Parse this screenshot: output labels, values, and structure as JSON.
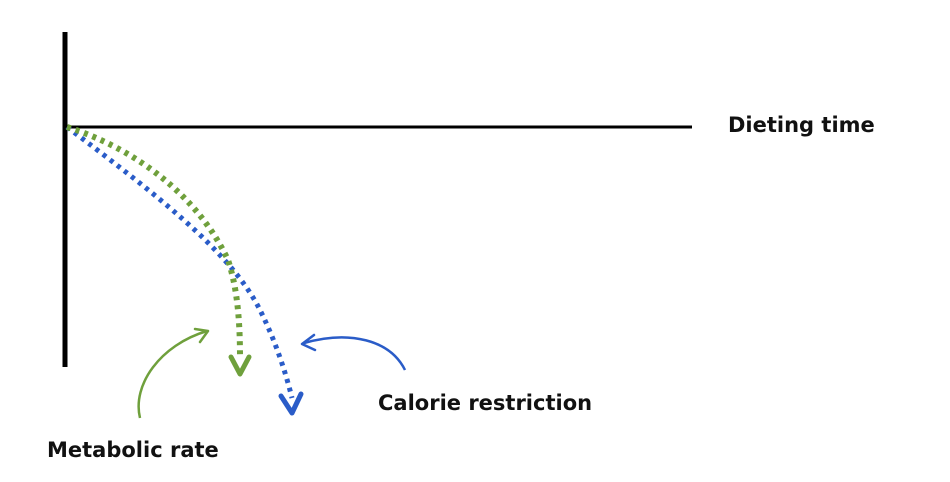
{
  "labels": {
    "x_axis": "Dieting time",
    "calorie_restriction": "Calorie restriction",
    "metabolic_rate": "Metabolic rate"
  },
  "colors": {
    "axis": "#000000",
    "calorie_restriction": "#2a5cc8",
    "metabolic_rate": "#6fa03c"
  }
}
